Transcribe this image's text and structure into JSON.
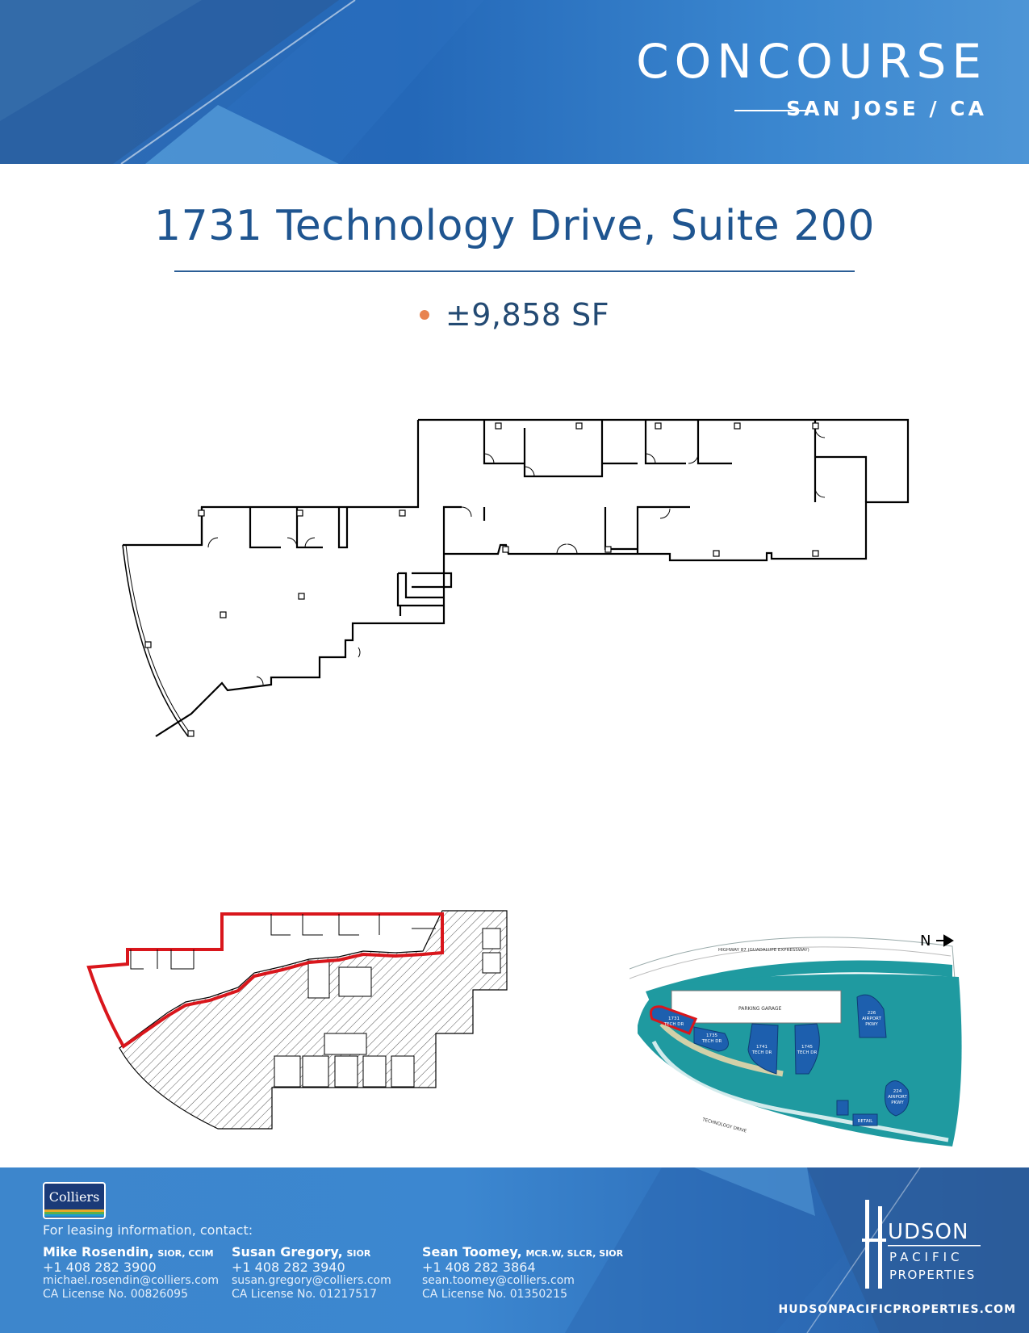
{
  "header": {
    "brand_title": "CONCOURSE",
    "brand_subtitle": "SAN JOSE / CA"
  },
  "listing": {
    "title": "1731 Technology Drive, Suite 200",
    "size": "±9,858 SF"
  },
  "site_map": {
    "north_label": "N",
    "highway_label": "HIGHWAY 87 (GUADALUPE EXPRESSWAY)",
    "parking_label": "PARKING GARAGE",
    "street_label": "TECHNOLOGY DRIVE",
    "buildings": [
      {
        "label_line1": "1731",
        "label_line2": "TECH DR"
      },
      {
        "label_line1": "1735",
        "label_line2": "TECH DR"
      },
      {
        "label_line1": "1741",
        "label_line2": "TECH DR"
      },
      {
        "label_line1": "1745",
        "label_line2": "TECH DR"
      },
      {
        "label_line1": "226",
        "label_line2": "AIRPORT",
        "label_line3": "PKWY"
      },
      {
        "label_line1": "224",
        "label_line2": "AIRPORT",
        "label_line3": "PKWY"
      },
      {
        "label_line1": "RETAIL"
      }
    ]
  },
  "footer": {
    "logo_text": "Colliers",
    "intro": "For leasing information, contact:",
    "contacts": [
      {
        "name": "Mike Rosendin,",
        "cred": "SIOR, CCIM",
        "phone": "+1 408 282 3900",
        "email": "michael.rosendin@colliers.com",
        "license": "CA License No. 00826095"
      },
      {
        "name": "Susan Gregory,",
        "cred": "SIOR",
        "phone": "+1 408 282 3940",
        "email": "susan.gregory@colliers.com",
        "license": "CA License No. 01217517"
      },
      {
        "name": "Sean Toomey,",
        "cred": "MCR.W, SLCR, SIOR",
        "phone": "+1 408 282 3864",
        "email": "sean.toomey@colliers.com",
        "license": "CA License No. 01350215"
      }
    ],
    "hudson_word1": "UDSON",
    "hudson_word2": "PACIFIC",
    "hudson_word3": "PROPERTIES",
    "hudson_url": "HUDSONPACIFICPROPERTIES.COM"
  },
  "colors": {
    "header_blue": "#2468b8",
    "title_blue": "#1f5590",
    "bullet_orange": "#e8834f",
    "highlight_red": "#d9161c",
    "site_teal": "#1f9aa0",
    "building_blue": "#1d5fae"
  }
}
